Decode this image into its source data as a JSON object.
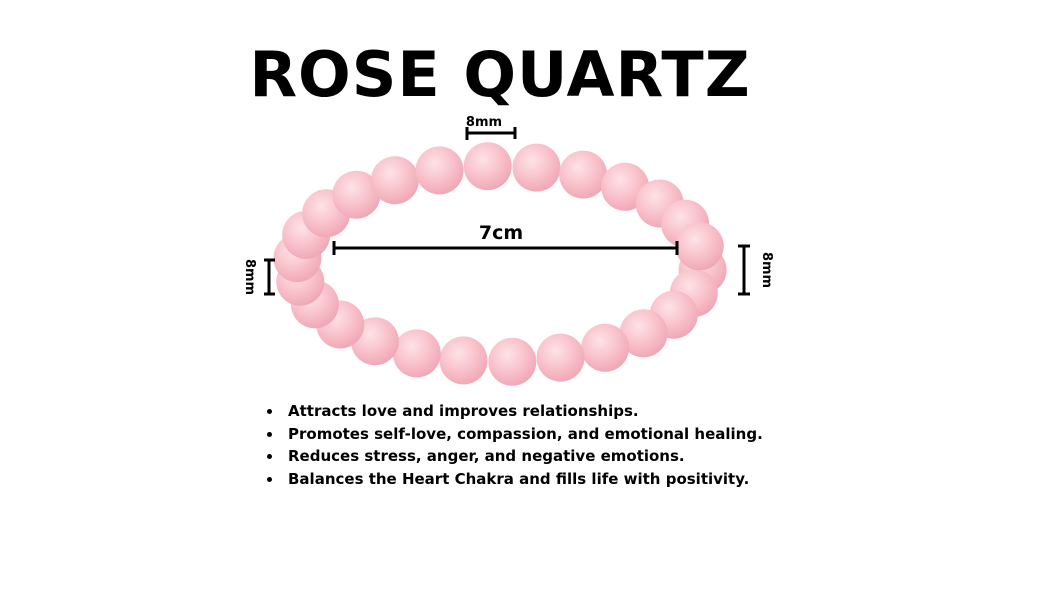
{
  "title": "ROSE QUARTZ",
  "dimensions": {
    "bead_top": "8mm",
    "inner_width": "7cm",
    "bead_left": "8mm",
    "bead_right": "8mm"
  },
  "features": [
    "Attracts love and improves relationships.",
    "Promotes self-love, compassion, and emotional healing.",
    "Reduces stress, anger, and negative emotions.",
    "Balances the Heart Chakra and fills life with positivity."
  ],
  "colors": {
    "bead": "#f9bfc9",
    "bead_highlight": "#fde3e7",
    "bead_shadow": "#eea5b3",
    "text": "#000000"
  }
}
